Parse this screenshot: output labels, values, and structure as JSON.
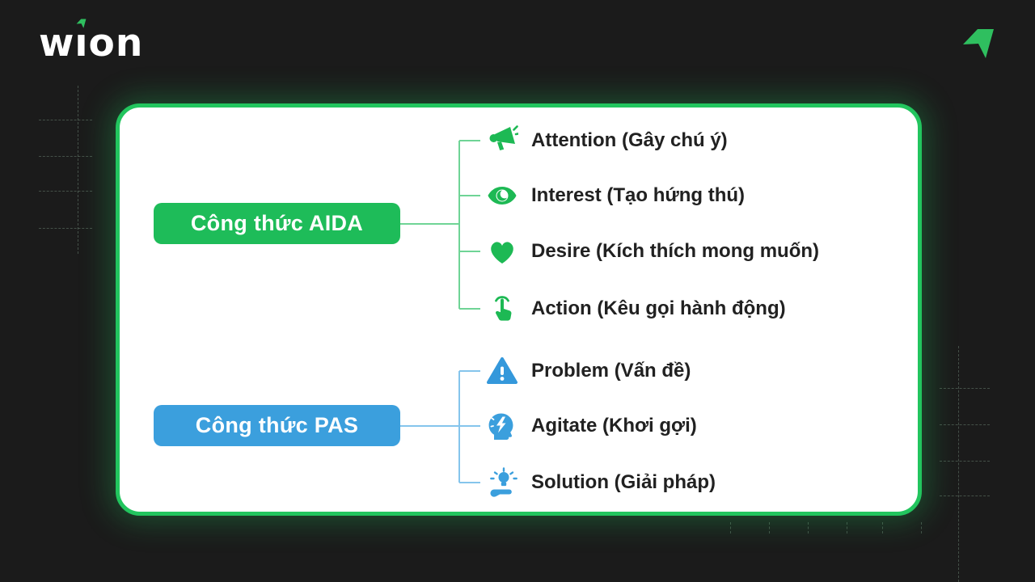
{
  "brand": {
    "logo_text": "wion",
    "logo_parts": {
      "left": "w",
      "i": "ı",
      "right": "on"
    },
    "accent_green": "#2fbf5f"
  },
  "colors": {
    "background": "#1b1b1b",
    "card_border": "#22c55e",
    "card_background": "#ffffff",
    "aida_green": "#1ebc59",
    "pas_blue": "#3b9fdd",
    "aida_line": "#6fd496",
    "pas_line": "#85c5ec",
    "label_text": "#212121"
  },
  "diagram": {
    "branches": [
      {
        "label": "Công thức AIDA",
        "items": [
          {
            "icon": "megaphone-icon",
            "label": "Attention (Gây chú ý)"
          },
          {
            "icon": "eye-icon",
            "label": "Interest (Tạo hứng thú)"
          },
          {
            "icon": "heart-icon",
            "label": "Desire (Kích thích mong muốn)"
          },
          {
            "icon": "tap-icon",
            "label": "Action (Kêu gọi hành động)"
          }
        ]
      },
      {
        "label": "Công thức PAS",
        "items": [
          {
            "icon": "warning-icon",
            "label": "Problem (Vấn đề)"
          },
          {
            "icon": "agitate-head-icon",
            "label": "Agitate (Khơi gợi)"
          },
          {
            "icon": "solution-bulb-icon",
            "label": "Solution (Giải pháp)"
          }
        ]
      }
    ]
  }
}
